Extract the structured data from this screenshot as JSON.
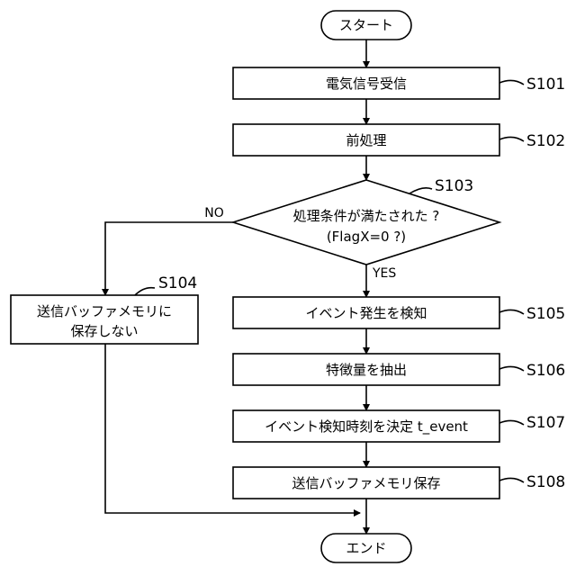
{
  "flow": {
    "start": "スタート",
    "end": "エンド",
    "s101": {
      "label": "電気信号受信",
      "step": "S101"
    },
    "s102": {
      "label": "前処理",
      "step": "S102"
    },
    "s103": {
      "line1": "処理条件が満たされた ?",
      "line2": "(FlagX=0 ?)",
      "step": "S103",
      "yes": "YES",
      "no": "NO"
    },
    "s104": {
      "line1": "送信バッファメモリに",
      "line2": "保存しない",
      "step": "S104"
    },
    "s105": {
      "label": "イベント発生を検知",
      "step": "S105"
    },
    "s106": {
      "label": "特徴量を抽出",
      "step": "S106"
    },
    "s107": {
      "label": "イベント検知時刻を決定 t_event",
      "step": "S107"
    },
    "s108": {
      "label": "送信バッファメモリ保存",
      "step": "S108"
    }
  }
}
